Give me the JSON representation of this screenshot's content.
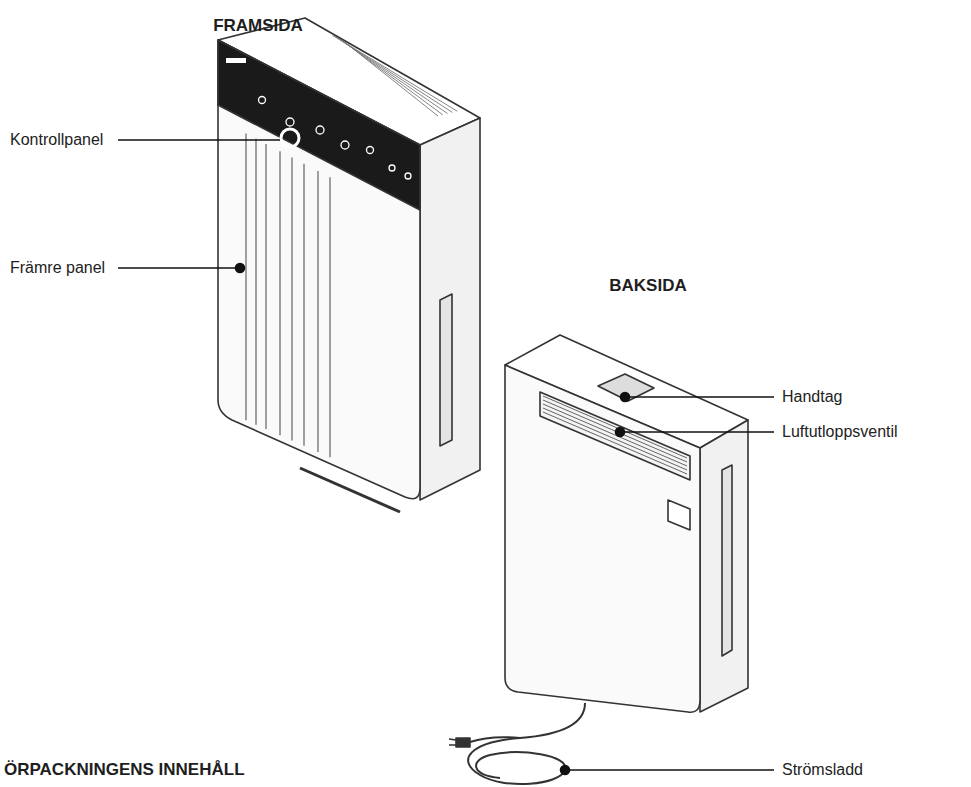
{
  "diagram": {
    "labels": [
      "FRAMSIDA",
      "Kontrollpanel",
      "Främre panel",
      "BAKSIDA",
      "Handtag",
      "Luftutloppsventil",
      "Strömsladd",
      "ÖRPACKNINGENS INNEHÅLL"
    ]
  }
}
